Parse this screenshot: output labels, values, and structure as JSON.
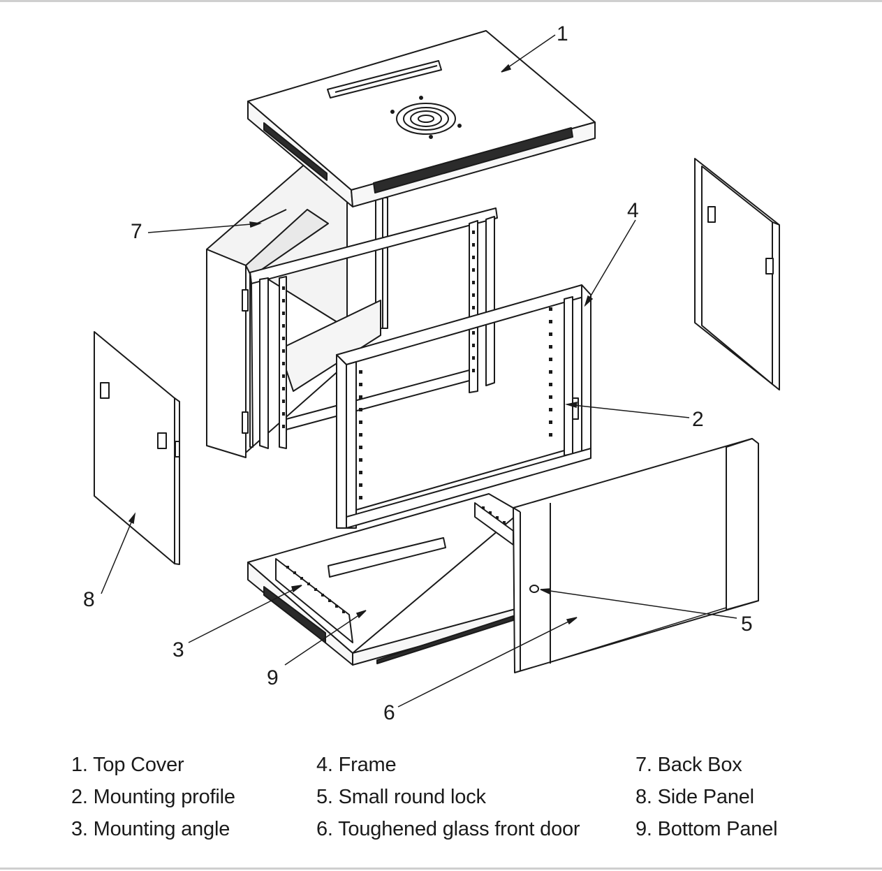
{
  "callouts": [
    {
      "id": "top-cover",
      "number": "1"
    },
    {
      "id": "mounting-profile",
      "number": "2"
    },
    {
      "id": "mounting-angle",
      "number": "3"
    },
    {
      "id": "frame",
      "number": "4"
    },
    {
      "id": "small-round-lock",
      "number": "5"
    },
    {
      "id": "glass-front-door",
      "number": "6"
    },
    {
      "id": "back-box",
      "number": "7"
    },
    {
      "id": "side-panel",
      "number": "8"
    },
    {
      "id": "bottom-panel",
      "number": "9"
    }
  ],
  "legend": {
    "col1": [
      "1. Top Cover",
      "2. Mounting profile",
      "3. Mounting angle"
    ],
    "col2": [
      "4. Frame",
      "5. Small round lock",
      "6. Toughened glass front door"
    ],
    "col3": [
      "7. Back Box",
      "8. Side Panel",
      "9. Bottom Panel"
    ]
  },
  "colors": {
    "line": "#1a1a1a",
    "panel_fill": "#ffffff",
    "shade": "#d9d9d9",
    "rule": "#cfcfcf"
  }
}
